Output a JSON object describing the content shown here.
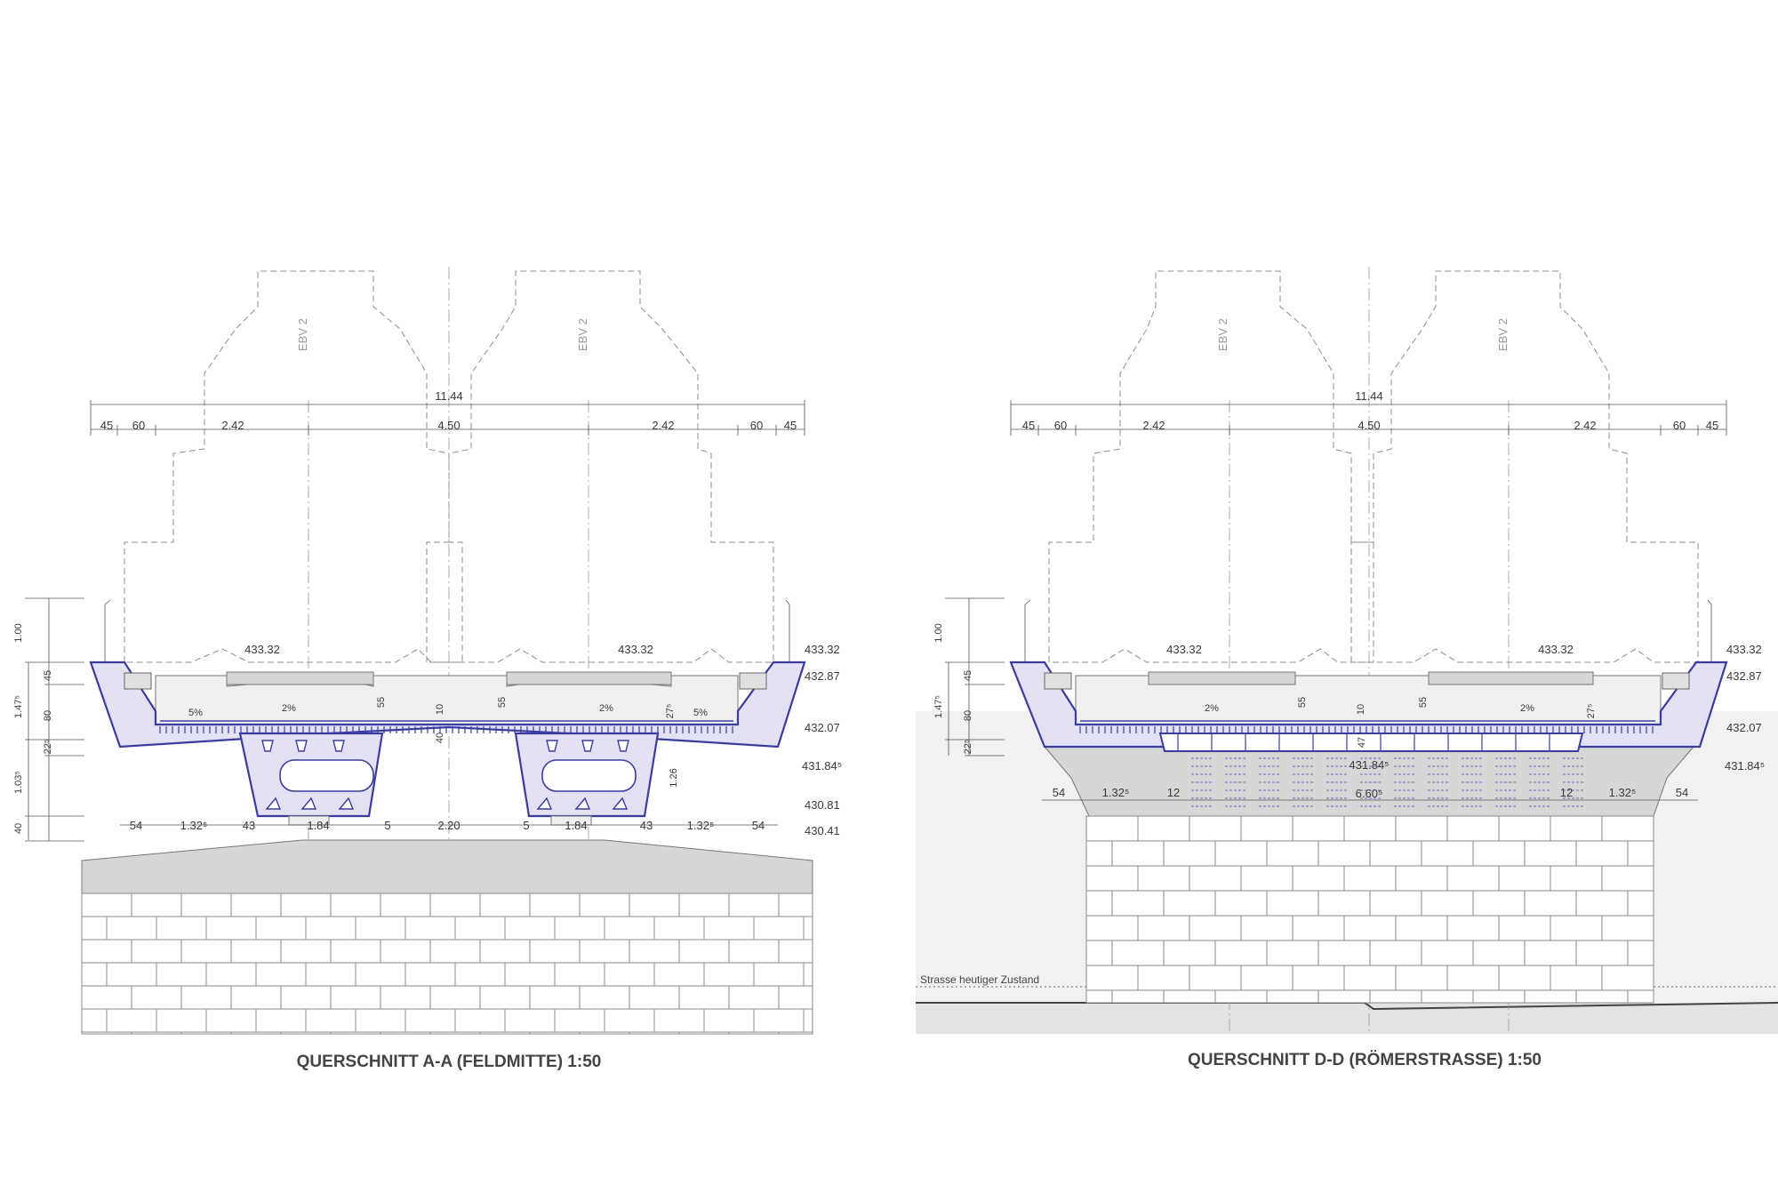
{
  "sections": [
    {
      "title": "QUERSCHNITT A-A (FELDMITTE)   1:50",
      "vehicle_label": "EBV 2",
      "overall_width": "11.44",
      "top_dims": [
        "45",
        "60",
        "2.42",
        "4.50",
        "2.42",
        "60",
        "45"
      ],
      "vertical_dims": [
        "1.00",
        "45",
        "80",
        "22⁵",
        "1.47⁵",
        "1.03⁵",
        "40"
      ],
      "rail_levels": [
        "433.32",
        "433.32"
      ],
      "elevations": [
        "433.32",
        "432.87",
        "432.07",
        "431.84⁵",
        "430.81",
        "430.41"
      ],
      "slopes": [
        "5%",
        "2%",
        "2%",
        "5%"
      ],
      "inner_dims": [
        "55",
        "10",
        "55",
        "27⁵",
        "40",
        "1.26"
      ],
      "bottom_dims": [
        "54",
        "1.32⁵",
        "43",
        "1.84",
        "5",
        "2.20",
        "5",
        "1.84",
        "43",
        "1.32⁵",
        "54"
      ]
    },
    {
      "title": "QUERSCHNITT D-D (RÖMERSTRASSE)   1:50",
      "vehicle_label": "EBV 2",
      "overall_width": "11.44",
      "top_dims": [
        "45",
        "60",
        "2.42",
        "4.50",
        "2.42",
        "60",
        "45"
      ],
      "vertical_dims": [
        "1.00",
        "45",
        "80",
        "22⁵",
        "1.47⁵"
      ],
      "rail_levels": [
        "433.32",
        "433.32"
      ],
      "elevations": [
        "433.32",
        "432.87",
        "432.07",
        "431.84⁵"
      ],
      "slopes": [
        "2%",
        "2%"
      ],
      "inner_dims": [
        "55",
        "10",
        "55",
        "27⁵",
        "47",
        "431.84⁵",
        "6.60⁵"
      ],
      "bottom_dims": [
        "54",
        "1.32⁵",
        "12",
        "12",
        "1.32⁵",
        "54"
      ],
      "road_note": "Strasse heutiger Zustand"
    }
  ],
  "colors": {
    "structure_blue": "#3b3ba0",
    "fill_blue": "#e2e2f4",
    "concrete_grey": "#d6d6d6"
  }
}
